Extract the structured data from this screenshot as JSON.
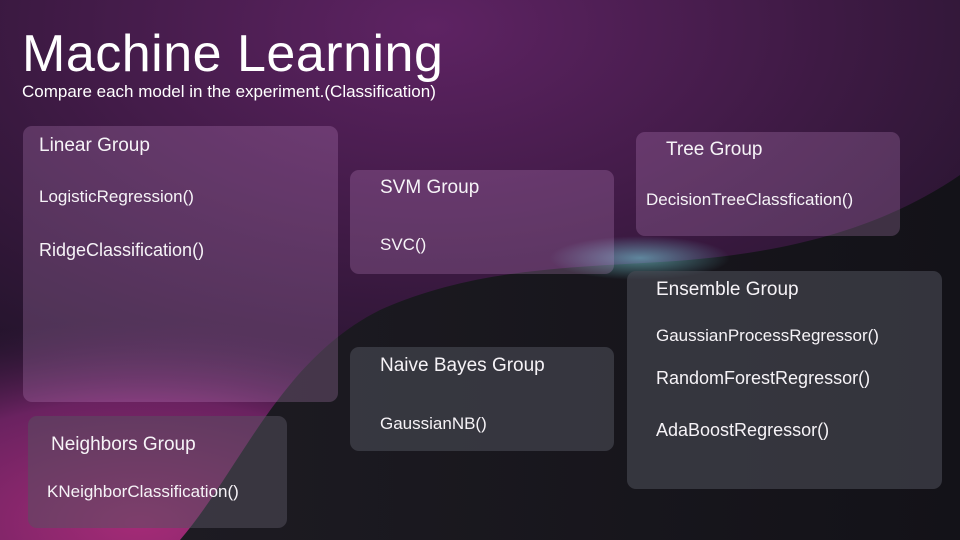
{
  "slide": {
    "title": "Machine Learning",
    "subtitle": "Compare each model in the experiment.(Classification)"
  },
  "groups": {
    "linear": {
      "title": "Linear  Group",
      "items": [
        "LogisticRegression()",
        "RidgeClassification()"
      ]
    },
    "svm": {
      "title": "SVM Group",
      "items": [
        "SVC()"
      ]
    },
    "tree": {
      "title": "Tree Group",
      "items": [
        "DecisionTreeClassfication()"
      ]
    },
    "ensemble": {
      "title": "Ensemble Group",
      "items": [
        "GaussianProcessRegressor()",
        "RandomForestRegressor()",
        "AdaBoostRegressor()"
      ]
    },
    "naive_bayes": {
      "title": "Naive Bayes Group",
      "items": [
        "GaussianNB()"
      ]
    },
    "neighbors": {
      "title": "Neighbors Group",
      "items": [
        "KNeighborClassification()"
      ]
    }
  },
  "colors": {
    "background_dark": "#13121a",
    "purple": "#4a1a4e",
    "magenta": "#9b2a72",
    "glow": "#6fd2e0"
  }
}
